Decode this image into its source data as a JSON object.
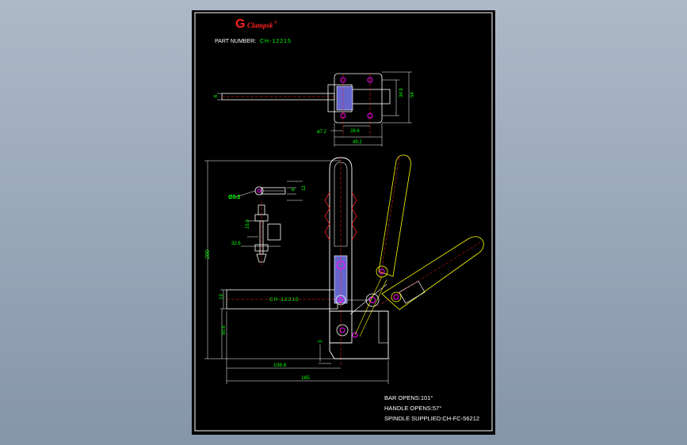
{
  "logo": {
    "letter": "G",
    "text": "Clampsk",
    "mark": "®"
  },
  "part_number": {
    "label": "PART NUMBER:",
    "value": "CH-12215"
  },
  "top_view": {
    "dim_6": "6",
    "dim_7": "ø7.2",
    "dim_28": "28.6",
    "dim_49": "49.2",
    "dim_34": "34.9",
    "dim_54": "54"
  },
  "detail": {
    "dim_dia": "Ø8.3",
    "dim_6": "6",
    "dim_12": "12",
    "dim_159": "15.9",
    "dim_326": "32.6"
  },
  "side_view": {
    "dim_200": "200",
    "dim_19": "19",
    "dim_508": "50.8",
    "dim_3": "3",
    "dim_1088": "108.8",
    "dim_165": "165",
    "bar_label": "CH-12215"
  },
  "notes": [
    "BAR OPENS:101°",
    "HANDLE OPENS:57°",
    "SPINDLE SUPPLIED:CH-FC-56212"
  ],
  "colors": {
    "white": "#ffffff",
    "green": "#00ff00",
    "red": "#ff2020",
    "magenta": "#ff00ff",
    "yellow": "#ffff00",
    "blue": "#4040ff",
    "background": "#000000"
  }
}
